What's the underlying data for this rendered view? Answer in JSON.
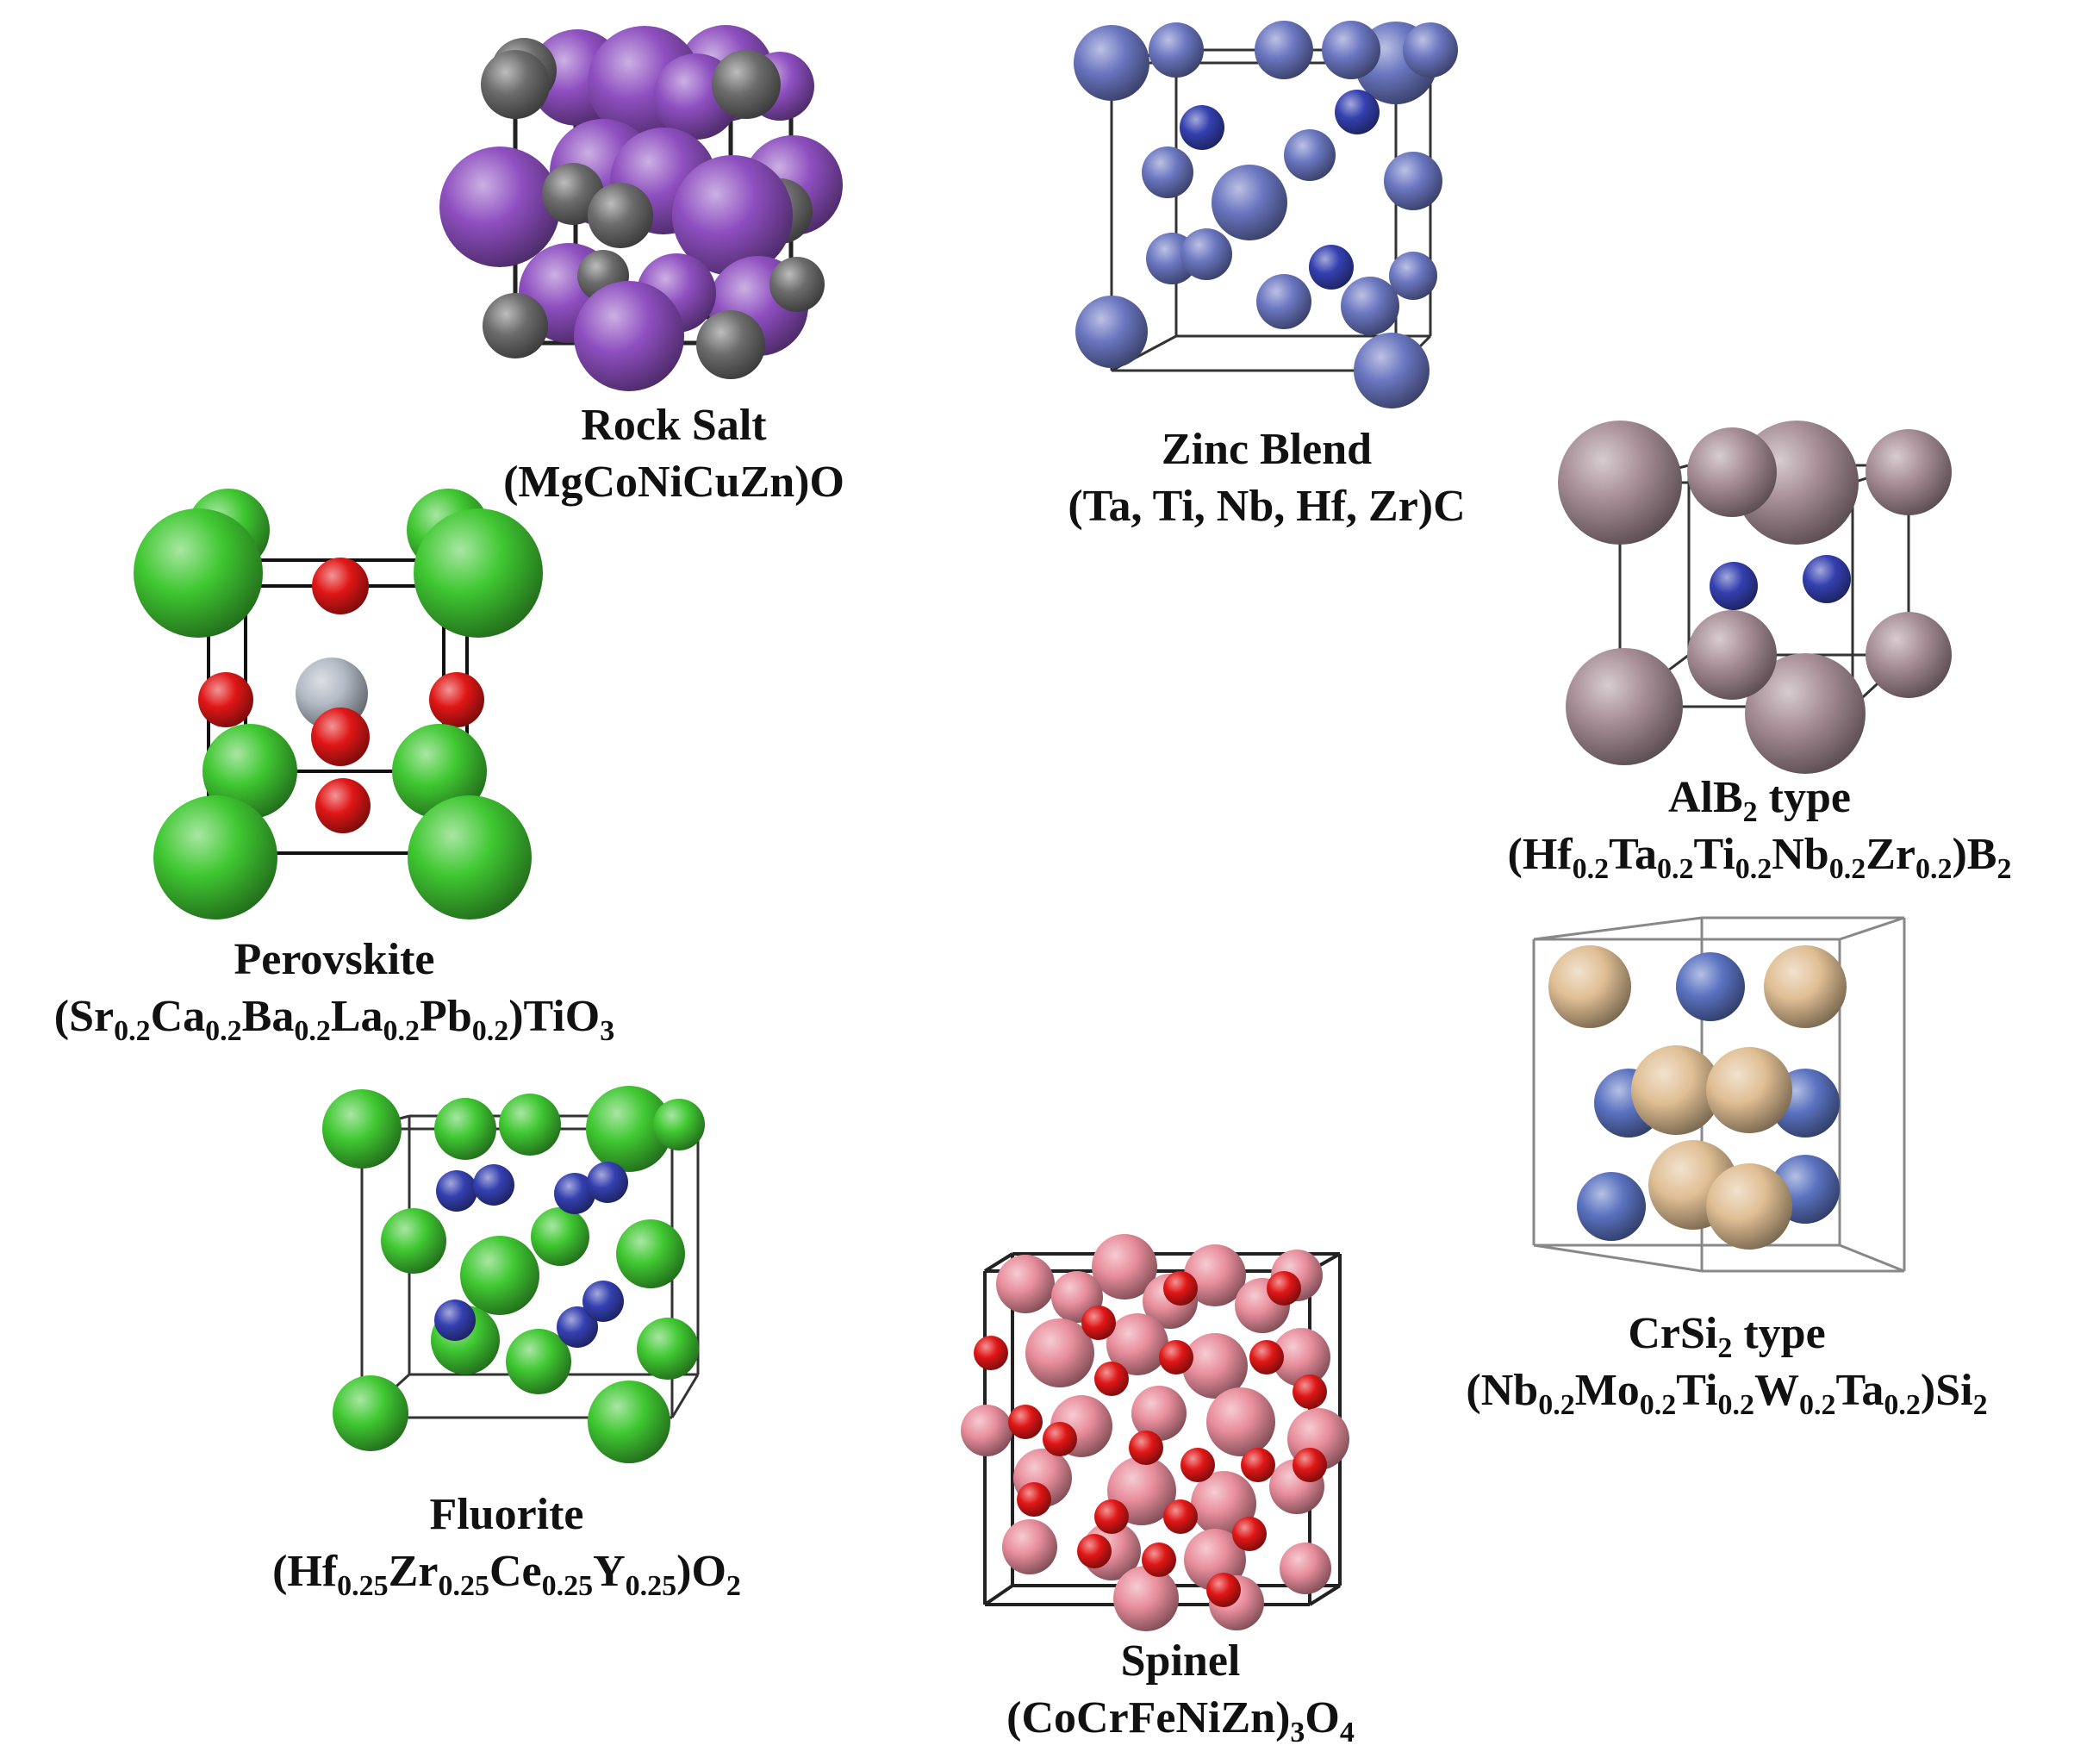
{
  "colors": {
    "purple": "#8e4fc0",
    "gray": "#6c6c6c",
    "blue": "#6a76c0",
    "dark_blue": "#3440b0",
    "mauve": "#a78e96",
    "green": "#40c832",
    "red": "#e01616",
    "silver": "#b2bac4",
    "tan": "#e0bf94",
    "steel_blue": "#5a72c0",
    "pink": "#e88d9c"
  },
  "structures": [
    {
      "key": "rocksalt",
      "name": [
        {
          "t": "Rock Salt"
        }
      ],
      "formula": [
        {
          "t": "(MgCoNiCuZn)O"
        }
      ],
      "atoms": [
        {
          "c": "gray"
        },
        {
          "c": "purple"
        },
        {
          "c": "dark_blue"
        }
      ]
    },
    {
      "key": "zincblend",
      "name": [
        {
          "t": "Zinc Blend"
        }
      ],
      "formula": [
        {
          "t": "(Ta, Ti, Nb, Hf, Zr)C"
        }
      ]
    },
    {
      "key": "alb2",
      "name": [
        {
          "t": "AlB"
        },
        {
          "t": "2",
          "s": 1
        },
        {
          "t": " type"
        }
      ],
      "formula": [
        {
          "t": "(Hf"
        },
        {
          "t": "0.2",
          "s": 1
        },
        {
          "t": "Ta"
        },
        {
          "t": "0.2",
          "s": 1
        },
        {
          "t": "Ti"
        },
        {
          "t": "0.2",
          "s": 1
        },
        {
          "t": "Nb"
        },
        {
          "t": "0.2",
          "s": 1
        },
        {
          "t": "Zr"
        },
        {
          "t": "0.2",
          "s": 1
        },
        {
          "t": ")B"
        },
        {
          "t": "2",
          "s": 1
        }
      ]
    },
    {
      "key": "perovskite",
      "name": [
        {
          "t": "Perovskite"
        }
      ],
      "formula": [
        {
          "t": "(Sr"
        },
        {
          "t": "0.2",
          "s": 1
        },
        {
          "t": "Ca"
        },
        {
          "t": "0.2",
          "s": 1
        },
        {
          "t": "Ba"
        },
        {
          "t": "0.2",
          "s": 1
        },
        {
          "t": "La"
        },
        {
          "t": "0.2",
          "s": 1
        },
        {
          "t": "Pb"
        },
        {
          "t": "0.2",
          "s": 1
        },
        {
          "t": ")TiO"
        },
        {
          "t": "3",
          "s": 1
        }
      ]
    },
    {
      "key": "crsi2",
      "name": [
        {
          "t": "CrSi"
        },
        {
          "t": "2",
          "s": 1
        },
        {
          "t": " type"
        }
      ],
      "formula": [
        {
          "t": "(Nb"
        },
        {
          "t": "0.2",
          "s": 1
        },
        {
          "t": "Mo"
        },
        {
          "t": "0.2",
          "s": 1
        },
        {
          "t": "Ti"
        },
        {
          "t": "0.2",
          "s": 1
        },
        {
          "t": "W"
        },
        {
          "t": "0.2",
          "s": 1
        },
        {
          "t": "Ta"
        },
        {
          "t": "0.2",
          "s": 1
        },
        {
          "t": ")Si"
        },
        {
          "t": "2",
          "s": 1
        }
      ]
    },
    {
      "key": "fluorite",
      "name": [
        {
          "t": "Fluorite"
        }
      ],
      "formula": [
        {
          "t": "(Hf"
        },
        {
          "t": "0.25",
          "s": 1
        },
        {
          "t": "Zr"
        },
        {
          "t": "0.25",
          "s": 1
        },
        {
          "t": "Ce"
        },
        {
          "t": "0.25",
          "s": 1
        },
        {
          "t": "Y"
        },
        {
          "t": "0.25",
          "s": 1
        },
        {
          "t": ")O"
        },
        {
          "t": "2",
          "s": 1
        }
      ]
    },
    {
      "key": "spinel",
      "name": [
        {
          "t": "Spinel"
        }
      ],
      "formula": [
        {
          "t": "(CoCrFeNiZn)"
        },
        {
          "t": "3",
          "s": 1
        },
        {
          "t": "O"
        },
        {
          "t": "4",
          "s": 1
        }
      ]
    }
  ]
}
